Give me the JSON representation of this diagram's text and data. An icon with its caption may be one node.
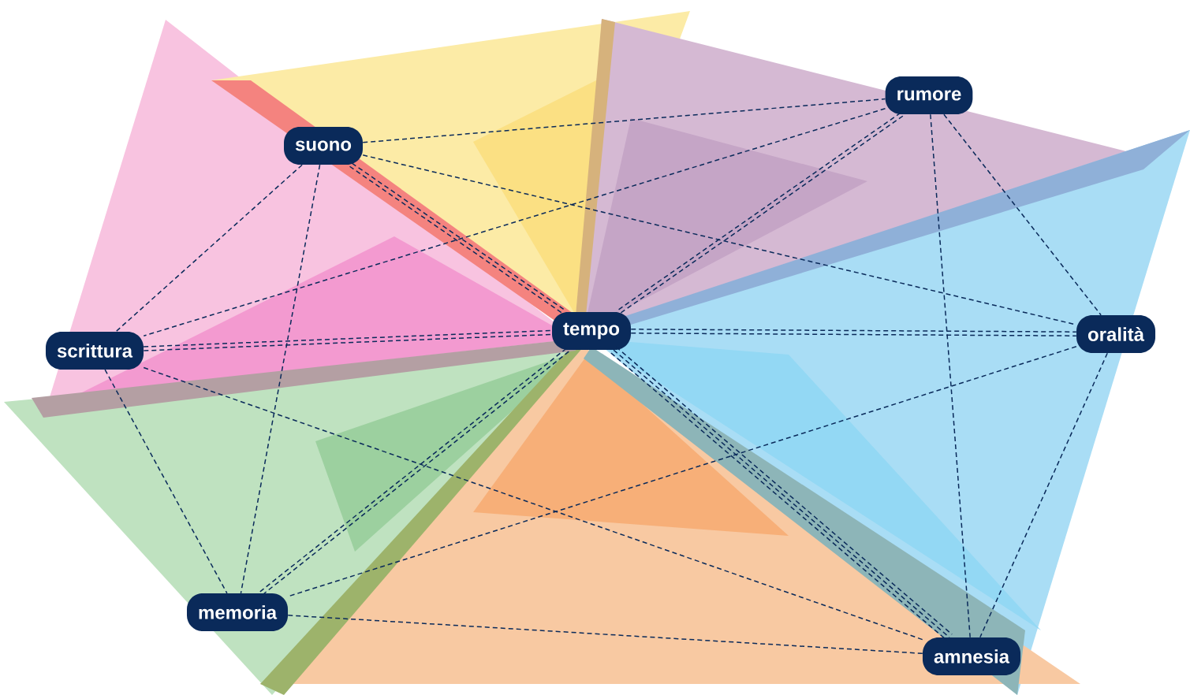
{
  "diagram": {
    "nodes": [
      {
        "text": [
          "suono"
        ]
      },
      {
        "text": [
          "rumore"
        ]
      },
      {
        "text": [
          "scrittura"
        ]
      },
      {
        "text": [
          "tempo"
        ]
      },
      {
        "text": [
          "oralità"
        ]
      },
      {
        "text": [
          "memoria"
        ]
      },
      {
        "text": [
          "amnesia"
        ]
      }
    ],
    "edges": [
      {
        "from": 0,
        "to": 1,
        "arrow": "none",
        "style": "dashed"
      },
      {
        "from": 0,
        "to": 4,
        "arrow": "none",
        "style": "dashed"
      },
      {
        "from": 0,
        "to": 3,
        "arrow": "none",
        "style": "dashed"
      },
      {
        "from": 0,
        "to": 3,
        "arrow": "none",
        "style": "dashed"
      },
      {
        "from": 0,
        "to": 2,
        "arrow": "none",
        "style": "dashed"
      },
      {
        "from": 0,
        "to": 5,
        "arrow": "none",
        "style": "dashed"
      },
      {
        "from": 1,
        "to": 2,
        "arrow": "none",
        "style": "dashed"
      },
      {
        "from": 1,
        "to": 3,
        "arrow": "none",
        "style": "dashed"
      },
      {
        "from": 1,
        "to": 3,
        "arrow": "none",
        "style": "dashed"
      },
      {
        "from": 1,
        "to": 4,
        "arrow": "none",
        "style": "dashed"
      },
      {
        "from": 1,
        "to": 6,
        "arrow": "none",
        "style": "dashed"
      },
      {
        "from": 2,
        "to": 3,
        "arrow": "none",
        "style": "dashed"
      },
      {
        "from": 2,
        "to": 3,
        "arrow": "none",
        "style": "dashed"
      },
      {
        "from": 2,
        "to": 5,
        "arrow": "none",
        "style": "dashed"
      },
      {
        "from": 2,
        "to": 6,
        "arrow": "none",
        "style": "dashed"
      },
      {
        "from": 3,
        "to": 4,
        "arrow": "none",
        "style": "dashed"
      },
      {
        "from": 3,
        "to": 4,
        "arrow": "none",
        "style": "dashed"
      },
      {
        "from": 3,
        "to": 5,
        "arrow": "none",
        "style": "dashed"
      },
      {
        "from": 3,
        "to": 5,
        "arrow": "none",
        "style": "dashed"
      },
      {
        "from": 3,
        "to": 6,
        "arrow": "none",
        "style": "dashed"
      },
      {
        "from": 3,
        "to": 6,
        "arrow": "none",
        "style": "dashed"
      },
      {
        "from": 3,
        "to": 6,
        "arrow": "none",
        "style": "dashed"
      },
      {
        "from": 4,
        "to": 5,
        "arrow": "none",
        "style": "dashed"
      },
      {
        "from": 4,
        "to": 6,
        "arrow": "none",
        "style": "dashed"
      },
      {
        "from": 5,
        "to": 6,
        "arrow": "none",
        "style": "dashed"
      }
    ]
  }
}
